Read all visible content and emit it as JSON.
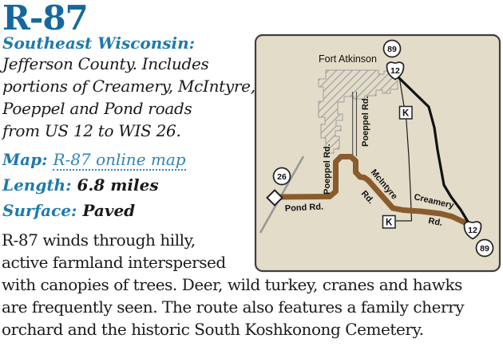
{
  "colors": {
    "title-blue": "#15689e",
    "label-blue": "#1e7aad",
    "link-blue": "#2f86b8",
    "body-black": "#1a1a1a",
    "route-brown": "#8a5c2d",
    "map-bg": "#e3dcc8",
    "map-border": "#3f3f3f",
    "hatch-gray": "#a3a3a3",
    "highway-gray": "#999999",
    "road-black": "#1c1c1c"
  },
  "article": {
    "title": "R-87",
    "region": "Southeast Wisconsin:",
    "intro_lines": [
      "Jefferson County. Includes",
      "portions of Creamery, McIntyre,",
      "Poeppel and Pond roads",
      "from US 12 to WIS 26."
    ],
    "map_label": "Map:",
    "map_link_text": "R-87 online map",
    "length_label": "Length:",
    "length_value": "6.8 miles",
    "surface_label": "Surface:",
    "surface_value": "Paved",
    "description_lines": [
      "R-87 winds through hilly,",
      "active farmland interspersed",
      "with canopies of trees. Deer, wild turkey, cranes and hawks",
      "are frequently seen. The route also features a family cherry",
      "orchard and the historic South Koshkonong Cemetery."
    ]
  },
  "map": {
    "city": "Fort Atkinson",
    "labels": {
      "poeppel_upper": "Poeppel Rd.",
      "poeppel_lower": "Poeppel Rd.",
      "pond": "Pond Rd.",
      "mcintyre_name": "McIntyre",
      "mcintyre_rd": "Rd.",
      "creamery_name": "Creamery",
      "creamery_rd": "Rd."
    },
    "shields": {
      "wis89_top": "89",
      "us12_top": "12",
      "countyK_top": "K",
      "wis26": "26",
      "countyK_bottom": "K",
      "us12_bottom": "12",
      "wis89_bottom": "89"
    }
  }
}
